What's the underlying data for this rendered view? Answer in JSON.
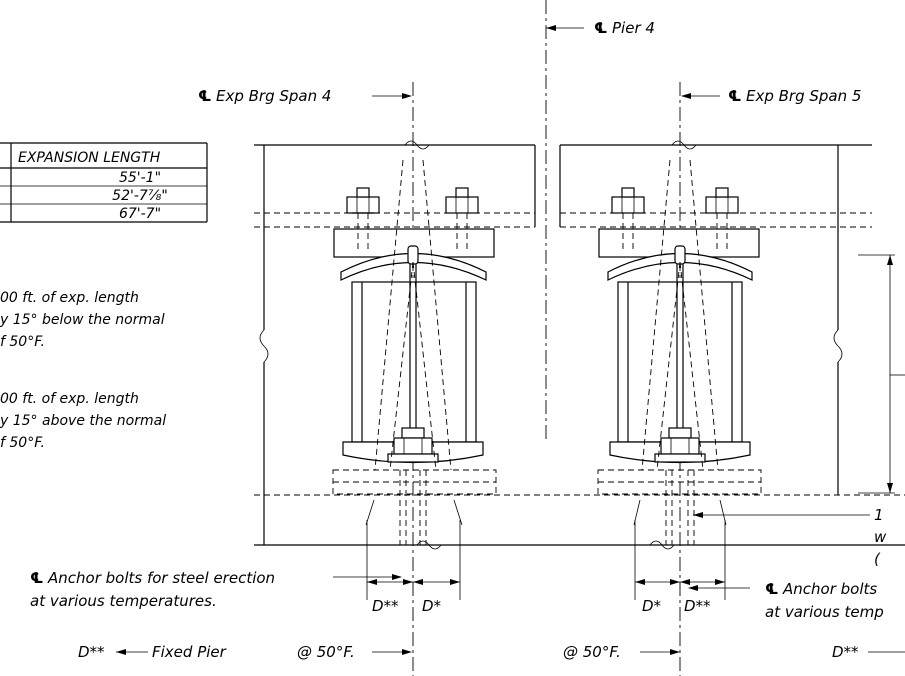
{
  "labels": {
    "pier4": "Pier 4",
    "exp_brg_span4": "Exp Brg Span 4",
    "exp_brg_span5": "Exp Brg Span 5",
    "anchor_left_1": "Anchor bolts for steel erection",
    "anchor_left_2": "at various temperatures.",
    "anchor_right_1": "Anchor bolts",
    "anchor_right_2": "at various temp",
    "fixed_pier": "Fixed Pier",
    "at50_left": "@ 50°F.",
    "at50_right": "@ 50°F.",
    "d_star": "D*",
    "d_double_star": "D**",
    "right_frag_1": "1",
    "right_frag_2": "w",
    "right_frag_3": "("
  },
  "table": {
    "header": "EXPANSION LENGTH",
    "rows": [
      "55'-1\"",
      "52'-7⅞\"",
      "67'-7\""
    ]
  },
  "notes": {
    "note1_line1": "00 ft. of exp. length",
    "note1_line2": "y 15° below the normal",
    "note1_line3": "f 50°F.",
    "note2_line1": "00 ft. of exp. length",
    "note2_line2": "y 15° above the normal",
    "note2_line3": "f 50°F."
  }
}
